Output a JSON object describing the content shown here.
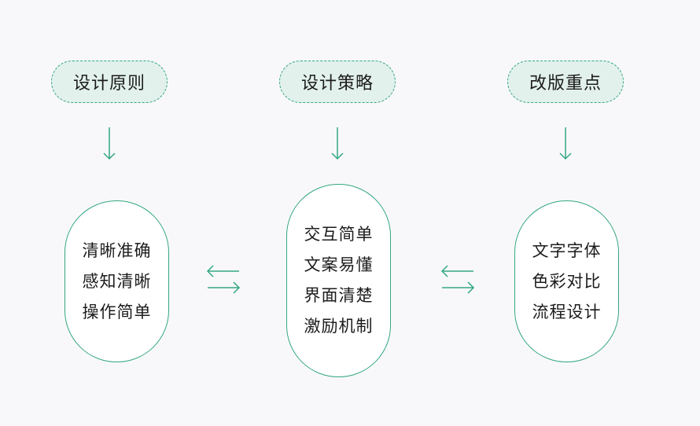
{
  "columns": [
    {
      "header": "设计原则",
      "items": [
        "清晰准确",
        "感知清晰",
        "操作简单"
      ]
    },
    {
      "header": "设计策略",
      "items": [
        "交互简单",
        "文案易懂",
        "界面清楚",
        "激励机制"
      ]
    },
    {
      "header": "改版重点",
      "items": [
        "文字字体",
        "色彩对比",
        "流程设计"
      ]
    }
  ],
  "colors": {
    "accent": "#34a77f",
    "header_fill": "#e2f1ec",
    "background": "#f8f8fb",
    "text": "#1c1c1c"
  }
}
